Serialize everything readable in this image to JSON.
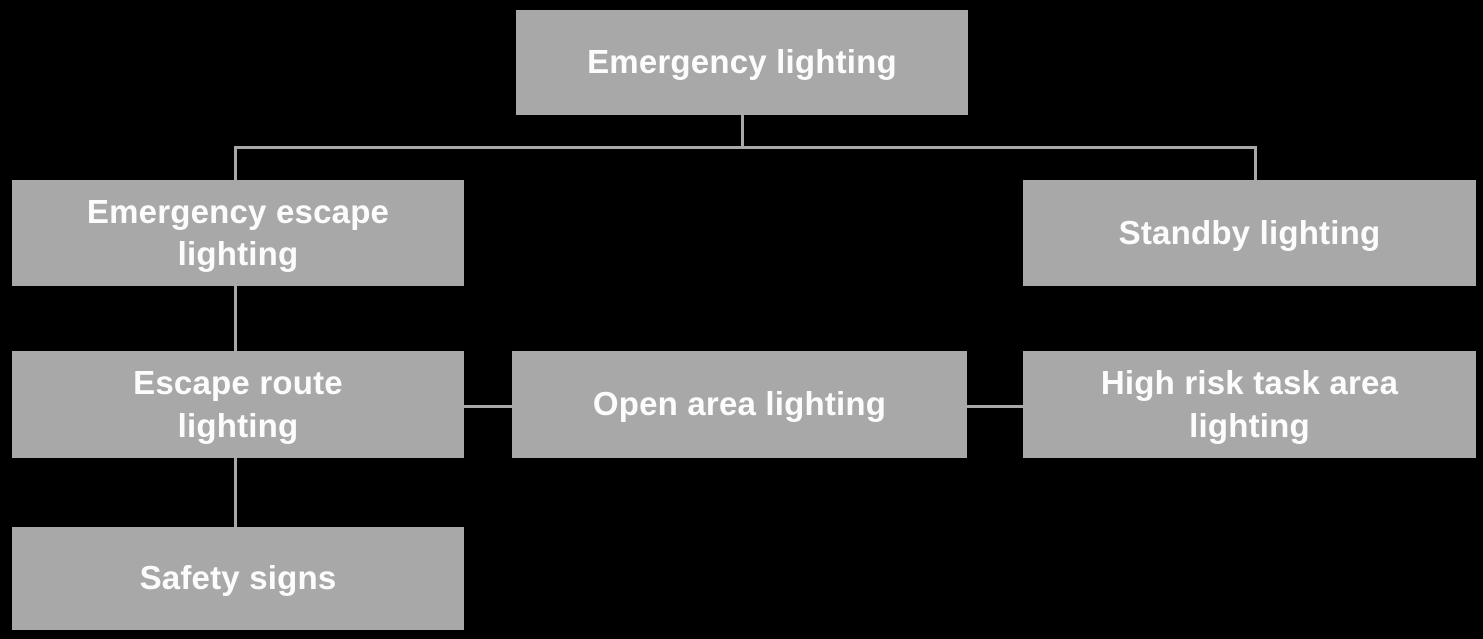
{
  "colors": {
    "background": "#000000",
    "node_fill": "#a8a8a8",
    "node_text": "#fcfcfc",
    "connector": "#a8a8a8"
  },
  "diagram": {
    "type": "hierarchy-flowchart",
    "nodes": {
      "root": {
        "label": "Emergency lighting"
      },
      "escape": {
        "label": "Emergency escape\nlighting"
      },
      "standby": {
        "label": "Standby lighting"
      },
      "escape_route": {
        "label": "Escape route\nlighting"
      },
      "open_area": {
        "label": "Open area lighting"
      },
      "high_risk": {
        "label": "High risk task area\nlighting"
      },
      "safety_signs": {
        "label": "Safety signs"
      }
    },
    "edges": [
      {
        "from": "Emergency lighting",
        "to": "Emergency escape lighting"
      },
      {
        "from": "Emergency lighting",
        "to": "Standby lighting"
      },
      {
        "from": "Emergency escape lighting",
        "to": "Escape route lighting"
      },
      {
        "from": "Escape route lighting",
        "to": "Open area lighting"
      },
      {
        "from": "Open area lighting",
        "to": "High risk task area lighting"
      },
      {
        "from": "Escape route lighting",
        "to": "Safety signs"
      }
    ]
  }
}
